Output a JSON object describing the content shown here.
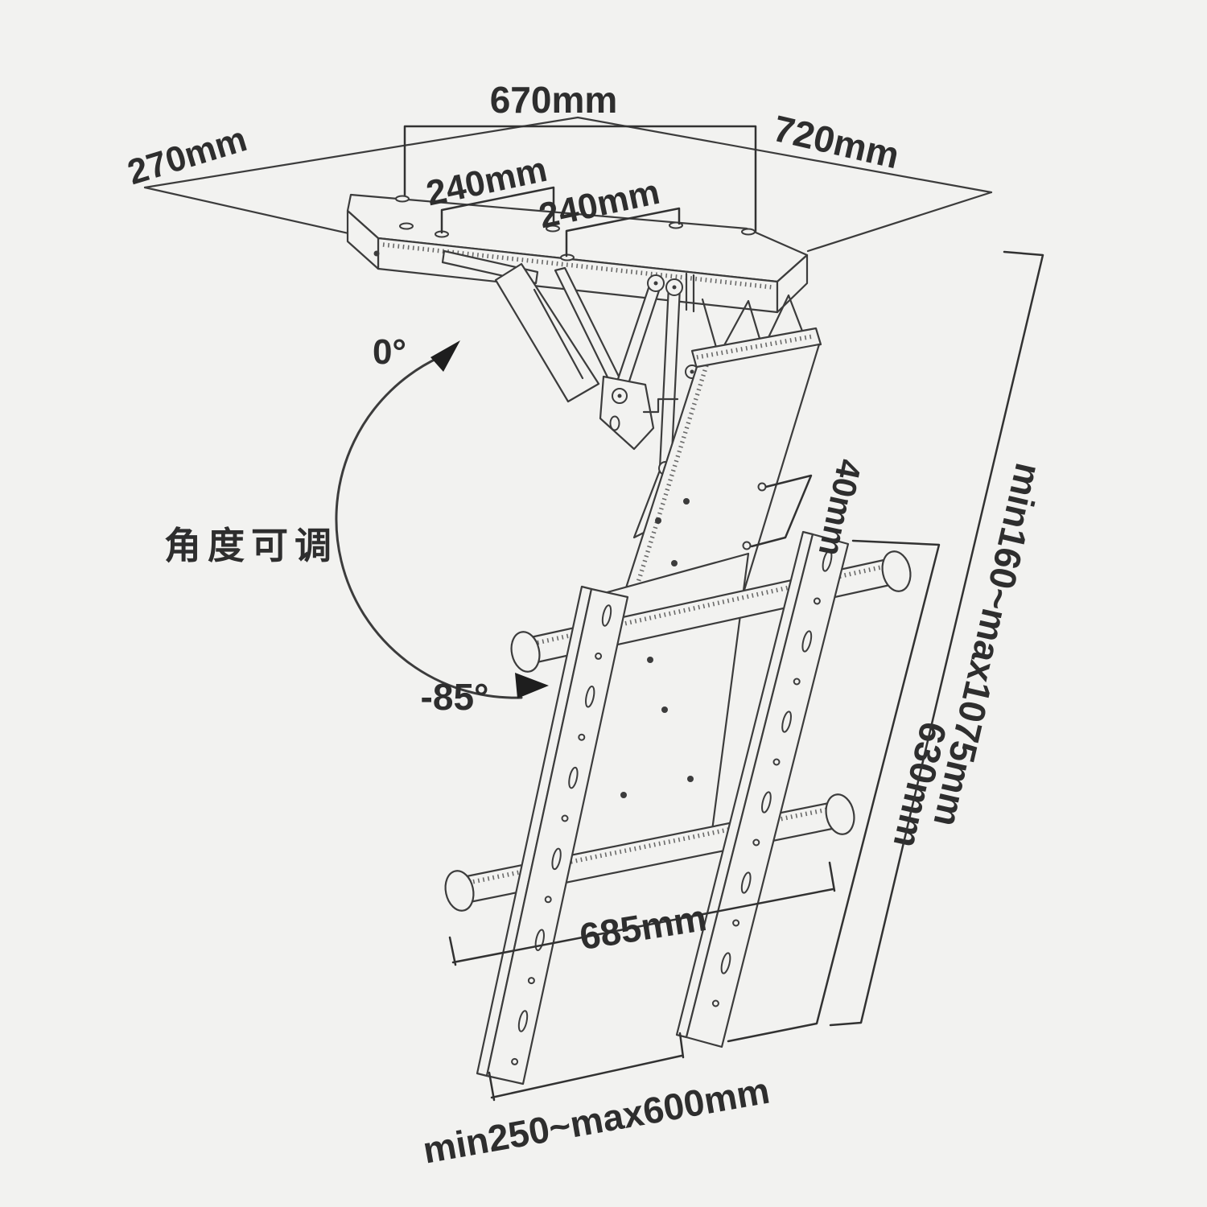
{
  "meta": {
    "background_color": "#f2f2f0",
    "line_color": "#3c3c3c",
    "text_color": "#2e2e2e"
  },
  "diagram": {
    "type": "technical-dimension-drawing",
    "subject": "motorized flip-down ceiling TV mount bracket",
    "labels": {
      "ceiling_plate_width": "670mm",
      "ceiling_depth_right": "720mm",
      "ceiling_depth_left": "270mm",
      "hole_spacing_left": "240mm",
      "hole_spacing_right": "240mm",
      "column_hole_gap": "40mm",
      "angle_start": "0°",
      "angle_end": "-85°",
      "angle_note": "角度可调",
      "drop_height_range": "min160~max1075mm",
      "bracket_length": "630mm",
      "bar_span": "685mm",
      "mount_width_range": "min250~max600mm"
    }
  }
}
